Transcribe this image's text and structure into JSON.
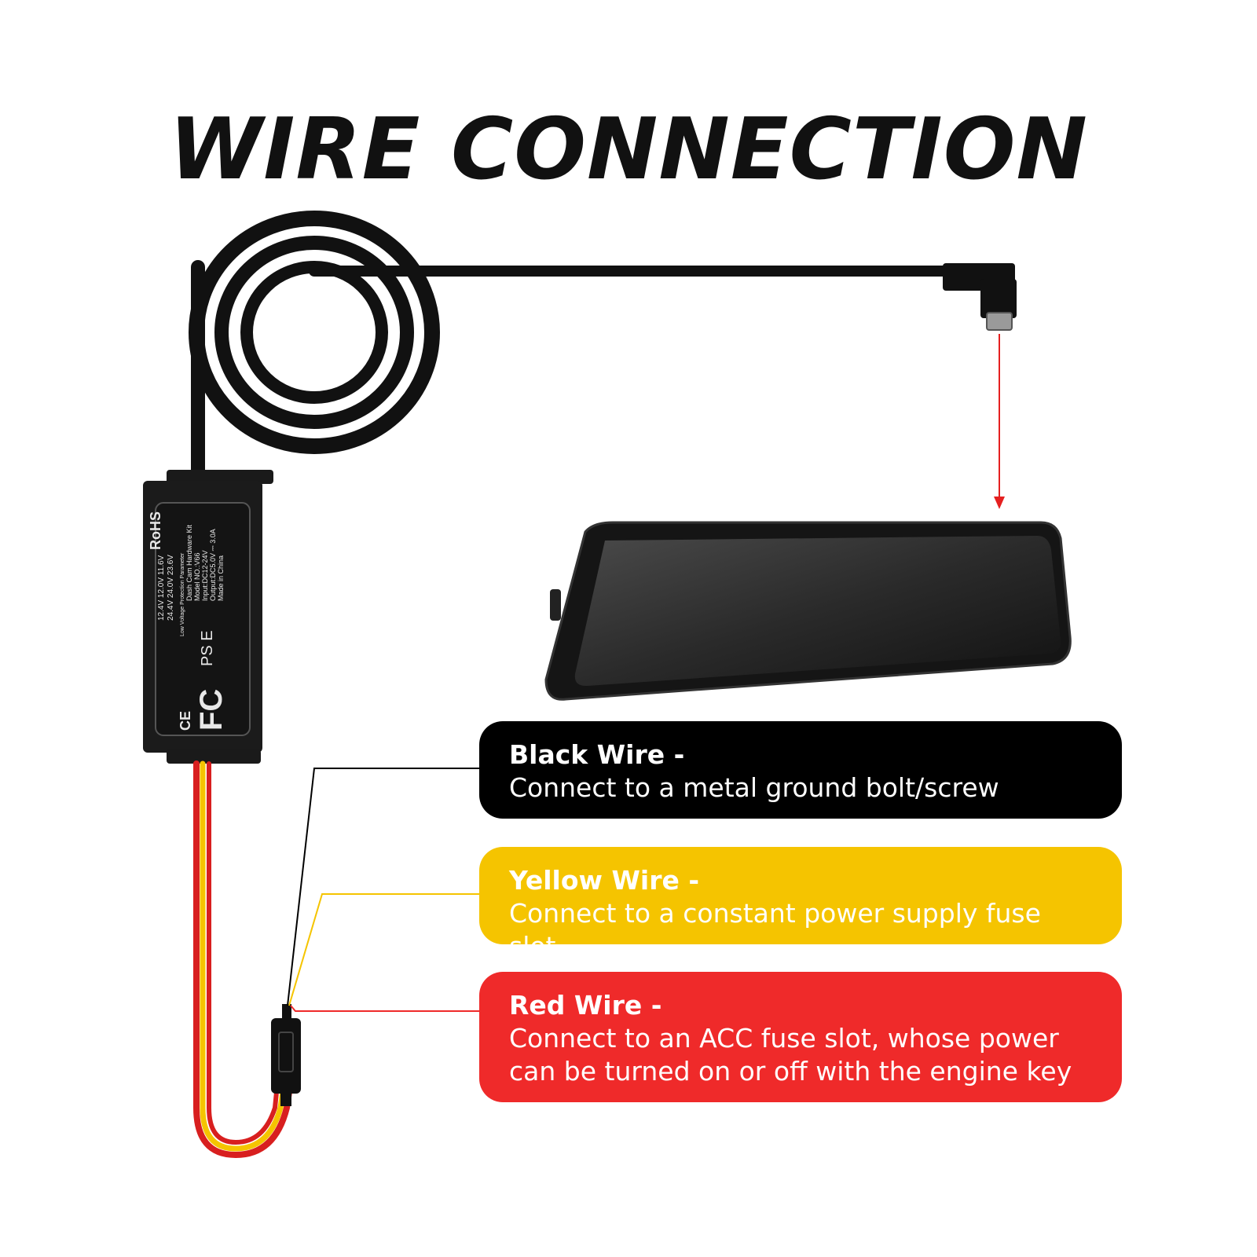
{
  "title": "WIRE CONNECTION",
  "colors": {
    "black_wire": "#000000",
    "yellow_wire": "#f5c400",
    "red_wire": "#ef2a2a",
    "arrow": "#e52020"
  },
  "labels": [
    {
      "heading": "Black Wire -",
      "description": "Connect to a metal ground bolt/screw"
    },
    {
      "heading": "Yellow Wire -",
      "description": "Connect to a constant power supply fuse slot"
    },
    {
      "heading": "Red Wire -",
      "description": "Connect to an ACC fuse slot, whose power can be turned on or off with the engine key"
    }
  ],
  "hardwire_box": {
    "rohs": "RoHS",
    "title": "Dash Cam Hardware Kit",
    "model": "Model NO.:V66",
    "input": "Input:DC12-24V",
    "output": "Output:DC5.0V ⎓ 3.0A",
    "origin": "Made in China",
    "lvp_row1": "12.4V   12.0V   11.6V",
    "lvp_row2": "24.4V   24.0V   23.6V",
    "lvp_label": "Low Voltage Protection Parameter",
    "ce": "CE",
    "fcc": "FC",
    "pse": "PS E"
  }
}
